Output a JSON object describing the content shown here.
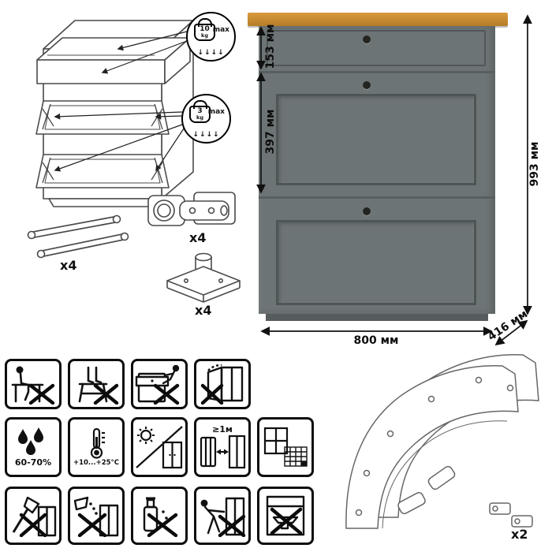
{
  "dims": {
    "total_height": "993 мм",
    "width": "800 мм",
    "depth": "416 мм",
    "drawer_height": "153 мм",
    "flap_height": "397 мм"
  },
  "badges": {
    "drawer": {
      "value": "10",
      "unit": "kg",
      "limit": "max",
      "arrows": "↓↓↓↓"
    },
    "flap": {
      "value": "3",
      "unit": "kg",
      "limit": "max",
      "arrows": "↓↓↓↓"
    }
  },
  "hardware": {
    "stay_count": "x4",
    "hinge_count": "x4",
    "foot_count": "x4",
    "panel_count": "x2"
  },
  "warnings": {
    "humidity": "60-70%",
    "temperature": "+10...+25°С",
    "min_distance": "≥1м"
  },
  "colors": {
    "worktop": "#c9883a",
    "body_grey": "#6d7475",
    "knob": "#23241f"
  }
}
